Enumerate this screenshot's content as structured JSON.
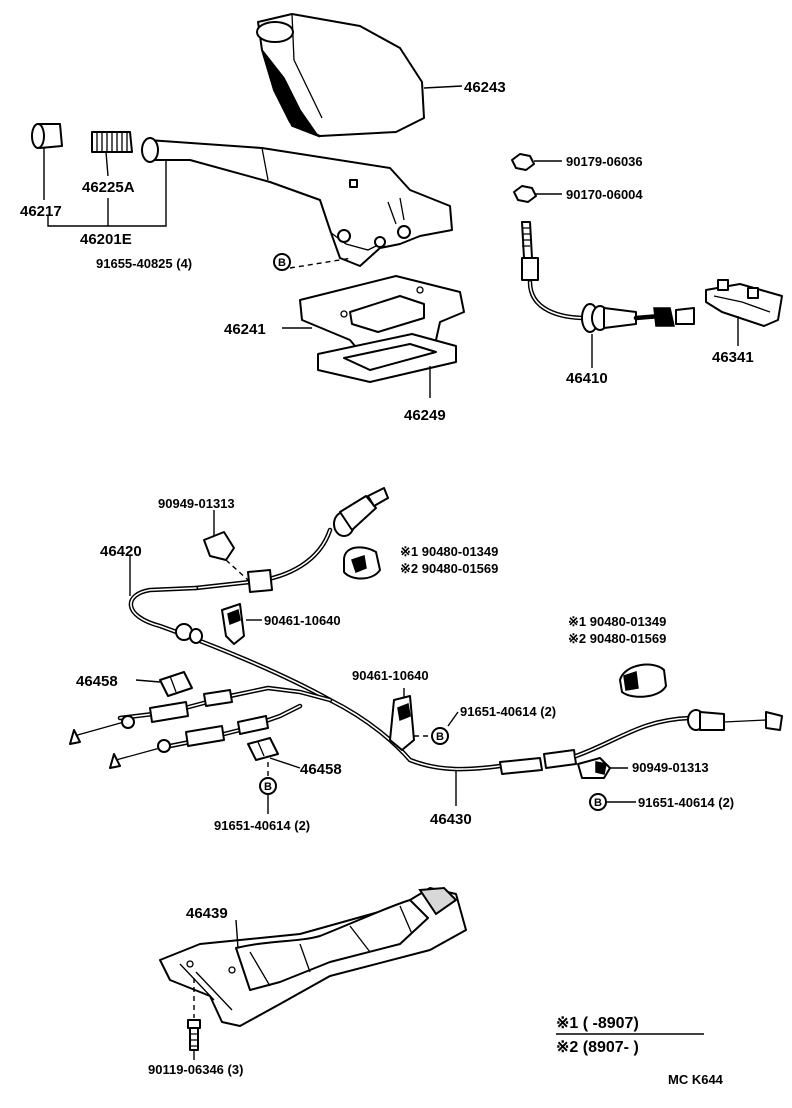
{
  "labels": {
    "p46243": "46243",
    "p46217": "46217",
    "p46225A": "46225A",
    "p46201E": "46201E",
    "p91655": "91655-40825 (4)",
    "p46241": "46241",
    "p46249": "46249",
    "p90179": "90179-06036",
    "p90170": "90170-06004",
    "p46410": "46410",
    "p46341": "46341",
    "p90949_top": "90949-01313",
    "p46420": "46420",
    "p90480_a1": "※1 90480-01349",
    "p90480_a2": "※2 90480-01569",
    "p90461_left": "90461-10640",
    "p90480_b1": "※1 90480-01349",
    "p90480_b2": "※2 90480-01569",
    "p46458_top": "46458",
    "p90461_mid": "90461-10640",
    "p91651_mid": "91651-40614 (2)",
    "p90949_right": "90949-01313",
    "p91651_right": "91651-40614 (2)",
    "p46458_bot": "46458",
    "p91651_left": "91651-40614 (2)",
    "p46430": "46430",
    "p46439": "46439",
    "p90119": "90119-06346 (3)"
  },
  "bolt_marker": "B",
  "legend": {
    "row1": "※1 (      -8907)",
    "row2": "※2 (8907-       )"
  },
  "code": "MC  K644"
}
